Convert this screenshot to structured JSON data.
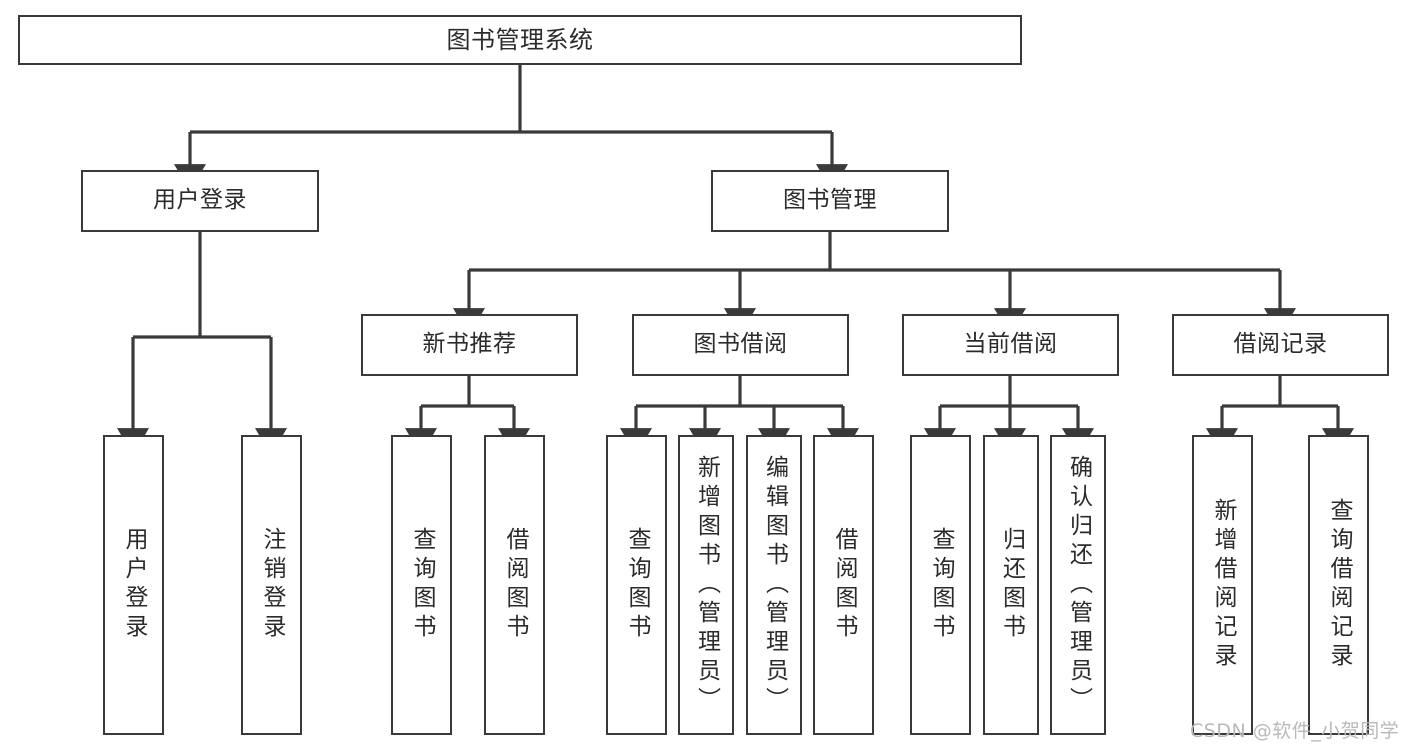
{
  "diagram": {
    "title": "图书管理系统",
    "type": "tree-hierarchy-chart",
    "watermark": "CSDN @软件_小贺同学",
    "colors": {
      "stroke": "#3a3a3a",
      "fill": "#ffffff",
      "text": "#2b2b2b",
      "watermark": "#b9b9b9"
    }
  },
  "nodes": {
    "root": {
      "label": "图书管理系统"
    },
    "level2": [
      {
        "id": "user-login",
        "label": "用户登录"
      },
      {
        "id": "book-manage",
        "label": "图书管理"
      }
    ],
    "level3": [
      {
        "id": "new-book-recommend",
        "label": "新书推荐"
      },
      {
        "id": "book-borrow",
        "label": "图书借阅"
      },
      {
        "id": "current-borrow",
        "label": "当前借阅"
      },
      {
        "id": "borrow-record",
        "label": "借阅记录"
      }
    ],
    "leaves": {
      "user_login": [
        {
          "id": "leaf-user-login",
          "label": "用户登录"
        },
        {
          "id": "leaf-logout-login",
          "label": "注销登录"
        }
      ],
      "new_book_recommend": [
        {
          "id": "leaf-query-book-1",
          "label": "查询图书"
        },
        {
          "id": "leaf-borrow-book-1",
          "label": "借阅图书"
        }
      ],
      "book_borrow": [
        {
          "id": "leaf-query-book-2",
          "label": "查询图书"
        },
        {
          "id": "leaf-add-book-admin",
          "label": "新增图书（管理员）"
        },
        {
          "id": "leaf-edit-book-admin",
          "label": "编辑图书（管理员）"
        },
        {
          "id": "leaf-borrow-book-2",
          "label": "借阅图书"
        }
      ],
      "current_borrow": [
        {
          "id": "leaf-query-book-3",
          "label": "查询图书"
        },
        {
          "id": "leaf-return-book",
          "label": "归还图书"
        },
        {
          "id": "leaf-confirm-return-admin",
          "label": "确认归还（管理员）"
        }
      ],
      "borrow_record": [
        {
          "id": "leaf-add-borrow-record",
          "label": "新增借阅记录"
        },
        {
          "id": "leaf-query-borrow-record",
          "label": "查询借阅记录"
        }
      ]
    }
  }
}
